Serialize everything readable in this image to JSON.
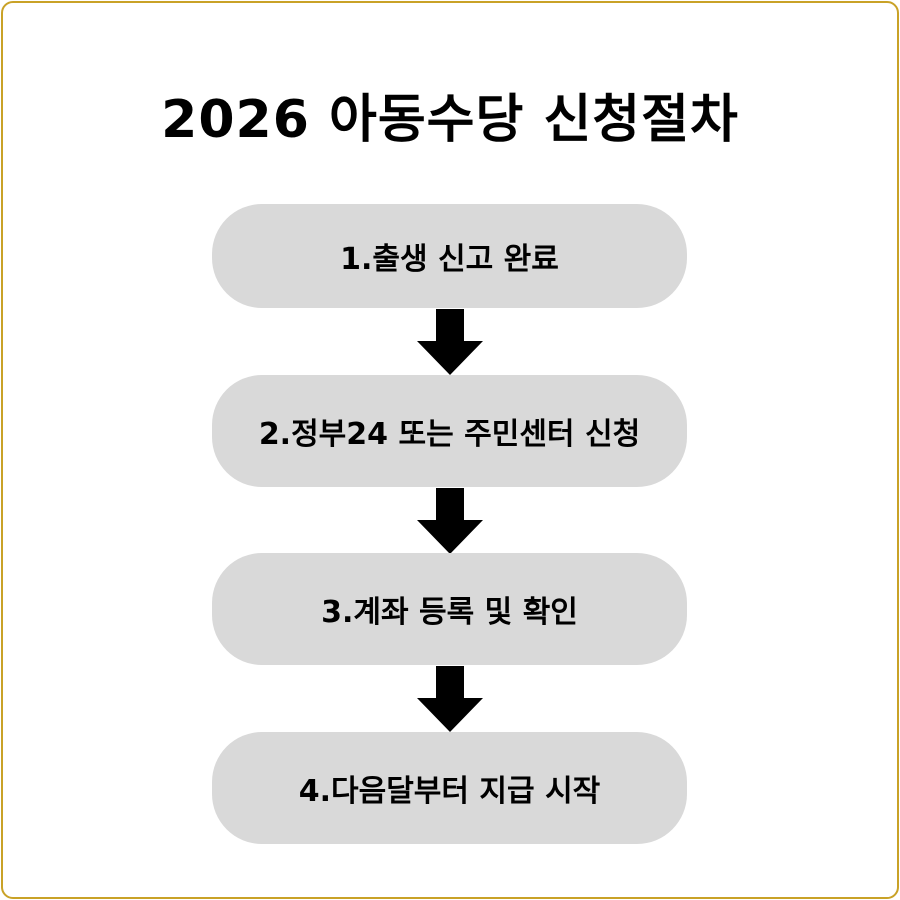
{
  "title": "2026 아동수당 신청절차",
  "steps": [
    {
      "label": "1.출생 신고 완료"
    },
    {
      "label": "2.정부24 또는 주민센터 신청"
    },
    {
      "label": "3.계좌 등록 및 확인"
    },
    {
      "label": "4.다음달부터 지급 시작"
    }
  ],
  "colors": {
    "frame_border": "#c9a227",
    "step_fill": "#d9d9d9",
    "arrow": "#000000",
    "text": "#000000"
  },
  "icons": {
    "connector": "arrow-down-icon"
  }
}
